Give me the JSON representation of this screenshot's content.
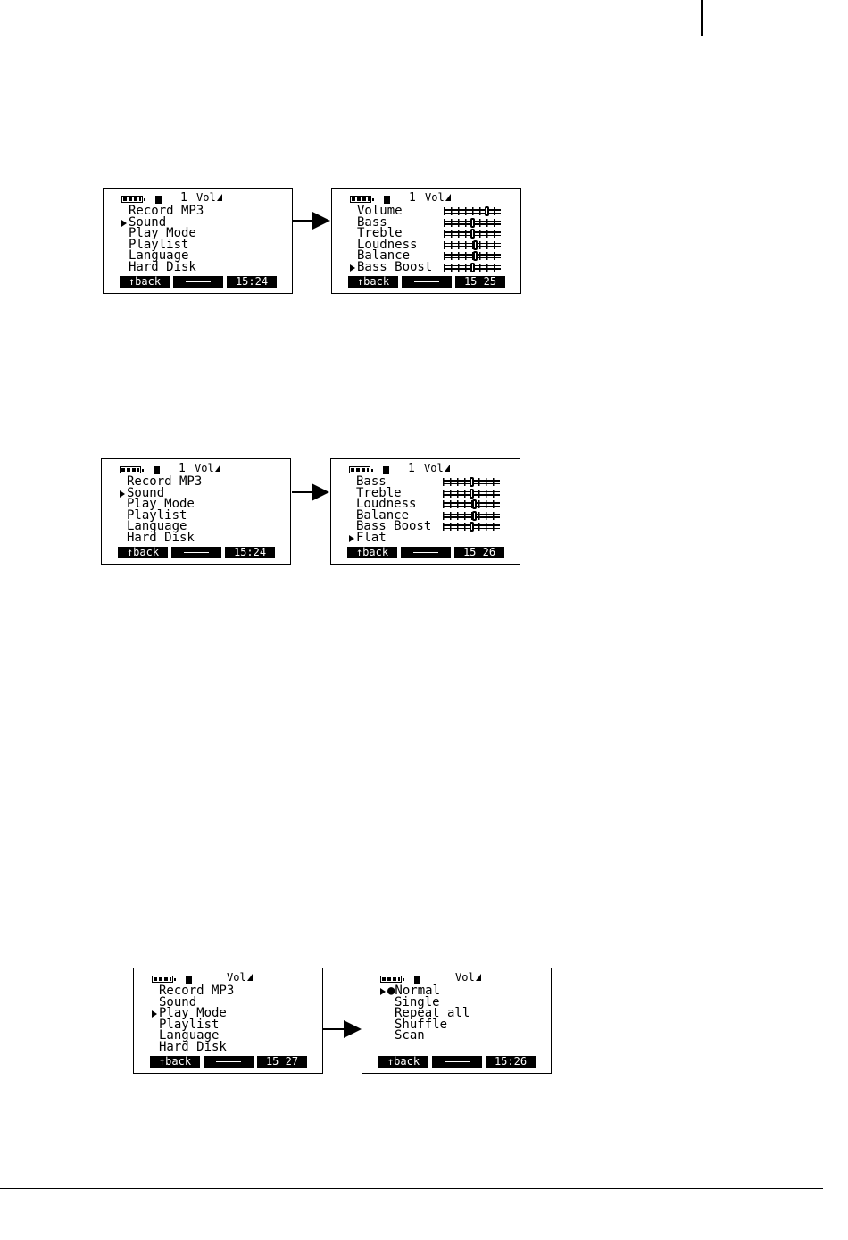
{
  "indicators": {
    "track": "1",
    "vol_label": "Vol"
  },
  "bottom_bar": {
    "back": "↑back"
  },
  "main_menu": [
    "Record MP3",
    "Sound",
    "Play Mode",
    "Playlist",
    "Language",
    "Hard Disk"
  ],
  "sound_menu_a": [
    {
      "label": "Volume",
      "level": 0.75
    },
    {
      "label": "Bass",
      "level": 0.5
    },
    {
      "label": "Treble",
      "level": 0.5
    },
    {
      "label": "Loudness",
      "level": 0.56
    },
    {
      "label": "Balance",
      "level": 0.56
    },
    {
      "label": "Bass Boost",
      "level": 0.5
    }
  ],
  "sound_menu_b": [
    {
      "label": "Bass",
      "level": 0.5
    },
    {
      "label": "Treble",
      "level": 0.5
    },
    {
      "label": "Loudness",
      "level": 0.56
    },
    {
      "label": "Balance",
      "level": 0.56
    },
    {
      "label": "Bass Boost",
      "level": 0.5
    },
    {
      "label": "Flat",
      "level": null
    }
  ],
  "play_mode_menu": [
    "●Normal",
    "Single",
    "Repeat all",
    "Shuffle",
    "Scan"
  ],
  "screens": [
    {
      "id": "s1",
      "menu": "main_menu",
      "selected": 1,
      "track": true,
      "time": "15:24"
    },
    {
      "id": "s2",
      "menu": "sound_menu_a",
      "selected": 5,
      "track": true,
      "time": "15 25"
    },
    {
      "id": "s3",
      "menu": "main_menu",
      "selected": 1,
      "track": true,
      "time": "15:24"
    },
    {
      "id": "s4",
      "menu": "sound_menu_b",
      "selected": 5,
      "track": true,
      "time": "15 26"
    },
    {
      "id": "s5",
      "menu": "main_menu",
      "selected": 2,
      "track": false,
      "time": "15 27"
    },
    {
      "id": "s6",
      "menu": "play_mode_menu",
      "selected": 0,
      "track": false,
      "time": "15:26"
    }
  ]
}
